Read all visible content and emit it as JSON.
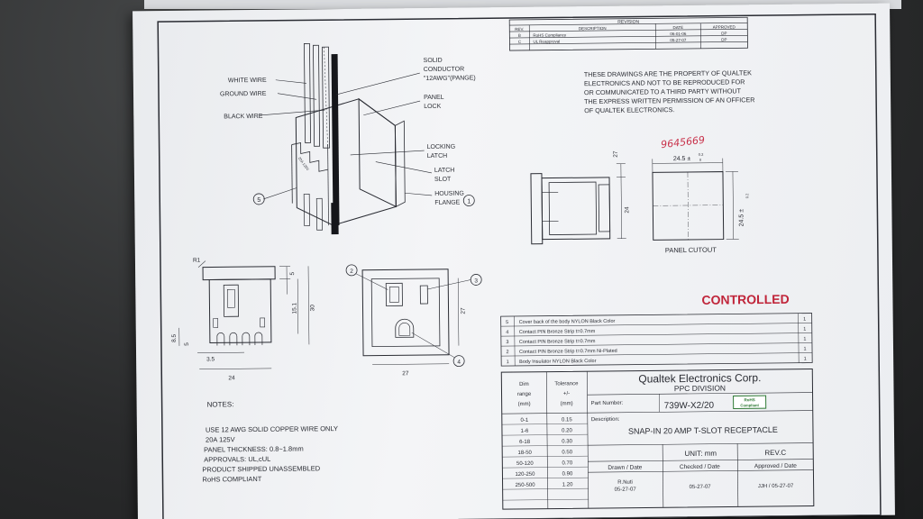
{
  "revision_block": {
    "header": "REVISION",
    "columns": [
      "REV.",
      "DESCRIPTION",
      "DATE",
      "APPROVED"
    ],
    "rows": [
      {
        "rev": "B",
        "desc": "RoHS Compliancy",
        "date": "06-01-06",
        "approved": "DP"
      },
      {
        "rev": "C",
        "desc": "UL Reapproval",
        "date": "05-27-07",
        "approved": "DP"
      }
    ]
  },
  "property_notice": [
    "THESE DRAWINGS ARE THE PROPERTY OF QUALTEK",
    "ELECTRONICS AND NOT TO BE REPRODUCED FOR",
    "OR COMMUNICATED TO A THIRD PARTY WITHOUT",
    "THE EXPRESS WRITTEN PERMISSION OF AN OFFICER",
    "OF QUALTEK ELECTRONICS."
  ],
  "iso_labels": {
    "white_wire": "WHITE WIRE",
    "ground_wire": "GROUND WIRE",
    "black_wire": "BLACK WIRE",
    "solid_1": "SOLID",
    "solid_2": "CONDUCTOR",
    "solid_3": "\"12AWG\"(PANGE)",
    "panel_lock_1": "PANEL",
    "panel_lock_2": "LOCK",
    "locking_1": "LOCKING",
    "locking_2": "LATCH",
    "latch_slot_1": "LATCH",
    "latch_slot_2": "SLOT",
    "housing_1": "HOUSING",
    "housing_2": "FLANGE",
    "callout_1": "1",
    "callout_5": "5"
  },
  "handwritten_number": "9645669",
  "panel_cutout": {
    "label": "PANEL CUTOUT",
    "width": "24.5 ±",
    "height": "24.5 ±",
    "tol": "0.2",
    "tol2": "0",
    "side_dim_27": "27",
    "side_dim_24": "24"
  },
  "side_view": {
    "r1": "R1",
    "d5": "5",
    "d15_1": "15.1",
    "d30": "30",
    "d8_5": "8.5",
    "d5b": "5",
    "d3_5": "3.5",
    "d24": "24"
  },
  "front_view": {
    "d27_right": "27",
    "d27_bottom": "27",
    "c2": "2",
    "c3": "3",
    "c4": "4"
  },
  "controlled": "CONTROLLED",
  "bom": [
    {
      "item": "5",
      "desc": "Cover back of the body  NYLON  Black Color",
      "qty": "1"
    },
    {
      "item": "4",
      "desc": "Contact PIN Bronze Strip  t=0.7mm",
      "qty": "1"
    },
    {
      "item": "3",
      "desc": "Contact PIN Bronze Strip  t=0.7mm",
      "qty": "1"
    },
    {
      "item": "2",
      "desc": "Contact PIN Bronze Strip  t=0.7mm  Ni-Plated",
      "qty": "1"
    },
    {
      "item": "1",
      "desc": "Body Insulator  NYLON  Black Color",
      "qty": "1"
    }
  ],
  "tolerance_table": {
    "h_dim_1": "Dim",
    "h_dim_2": "range",
    "h_dim_3": "(mm)",
    "h_tol_1": "Tolerance",
    "h_tol_2": "+/-",
    "h_tol_3": "(mm)",
    "rows": [
      {
        "range": "0-1",
        "tol": "0.15"
      },
      {
        "range": "1-6",
        "tol": "0.20"
      },
      {
        "range": "6-18",
        "tol": "0.30"
      },
      {
        "range": "18-50",
        "tol": "0.50"
      },
      {
        "range": "50-120",
        "tol": "0.70"
      },
      {
        "range": "120-250",
        "tol": "0.90"
      },
      {
        "range": "250-500",
        "tol": "1.20"
      }
    ]
  },
  "title_block": {
    "company": "Qualtek Electronics Corp.",
    "division": "PPC  DIVISION",
    "part_number_label": "Part Number:",
    "part_number": "739W-X2/20",
    "rohs_1": "RoHS",
    "rohs_2": "Compliant",
    "description_label": "Description:",
    "description": "SNAP-IN 20 AMP T-SLOT RECEPTACLE",
    "unit": "UNIT:  mm",
    "rev": "REV.C",
    "drawn_label": "Drawn / Date",
    "checked_label": "Checked / Date",
    "approved_label": "Approved / Date",
    "drawn_name": "R.Nuti",
    "drawn_date": "05-27-07",
    "checked_date": "05-27-07",
    "approved_value": "JJH / 05-27-07"
  },
  "notes": {
    "title": "NOTES:",
    "lines": [
      "USE 12 AWG SOLID COPPER WIRE ONLY",
      "20A 125V",
      "PANEL THICKNESS: 0.8~1.8mm",
      "APPROVALS: UL,cUL",
      "PRODUCT SHIPPED UNASSEMBLED",
      "RoHS COMPLIANT"
    ]
  },
  "colors": {
    "ink": "#2a2c33",
    "controlled_red": "#c0253a",
    "handwriting_red": "#c8324a",
    "rohs_green": "#2f7a35",
    "paper": "#eef0f3"
  }
}
